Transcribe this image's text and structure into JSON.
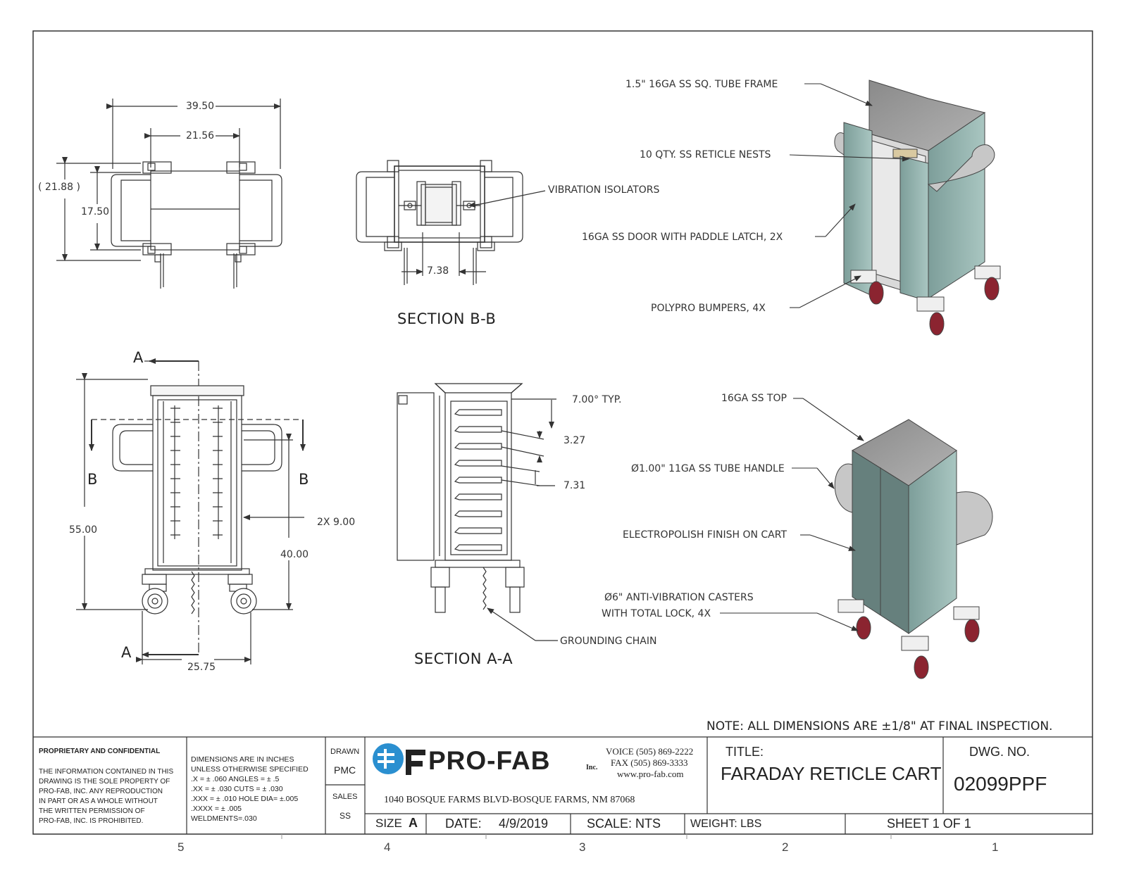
{
  "views": {
    "top": {
      "dims": [
        "39.50",
        "21.56",
        "( 21.88 )",
        "17.50"
      ]
    },
    "section_bb": {
      "title": "SECTION B-B",
      "dim": "7.38",
      "callout": "VIBRATION ISOLATORS"
    },
    "front": {
      "dims": [
        "55.00",
        "40.00",
        "25.75",
        "2X 9.00"
      ],
      "cut_labels": [
        "A",
        "A",
        "B",
        "B"
      ]
    },
    "section_aa": {
      "title": "SECTION A-A",
      "dims": [
        "7.00° TYP.",
        "3.27",
        "7.31"
      ],
      "callout": "GROUNDING CHAIN"
    }
  },
  "callouts_upper": [
    "1.5\" 16GA SS SQ. TUBE FRAME",
    "10 QTY. SS RETICLE NESTS",
    "16GA SS DOOR WITH PADDLE LATCH, 2X",
    "POLYPRO BUMPERS, 4X"
  ],
  "callouts_lower": [
    "16GA SS TOP",
    "Ø1.00\" 11GA SS TUBE HANDLE",
    "ELECTROPOLISH FINISH ON CART",
    "Ø6\" ANTI-VIBRATION CASTERS",
    "WITH TOTAL LOCK, 4X"
  ],
  "note": "NOTE: ALL DIMENSIONS ARE ±1/8\" AT FINAL INSPECTION.",
  "title_block": {
    "proprietary_title": "PROPRIETARY AND CONFIDENTIAL",
    "proprietary_text": [
      "THE INFORMATION CONTAINED IN THIS",
      "DRAWING IS THE SOLE PROPERTY OF",
      "PRO-FAB, INC.  ANY REPRODUCTION",
      "IN PART OR AS A WHOLE WITHOUT",
      "THE WRITTEN PERMISSION OF",
      "PRO-FAB, INC. IS PROHIBITED."
    ],
    "tolerances": [
      "DIMENSIONS ARE IN INCHES",
      "UNLESS OTHERWISE SPECIFIED",
      ".X = ± .060      ANGLES =  ± .5",
      ".XX = ± .030     CUTS =  ± .030",
      ".XXX = ± .010   HOLE DIA= ±.005",
      ".XXXX = ± .005",
      "WELDMENTS=.030"
    ],
    "drawn_label": "DRAWN",
    "drawn_value": "PMC",
    "sales_label": "SALES",
    "sales_value": "SS",
    "company": "PRO-FAB",
    "company_suffix": "Inc.",
    "voice": "VOICE (505) 869-2222",
    "fax": "FAX (505) 869-3333",
    "web": "www.pro-fab.com",
    "address": "1040 BOSQUE FARMS BLVD-BOSQUE FARMS, NM 87068",
    "title_label": "TITLE:",
    "title": "FARADAY RETICLE CART",
    "dwg_label": "DWG.  NO.",
    "dwg_no": "02099PPF",
    "size_label": "SIZE",
    "size_value": "A",
    "date_label": "DATE:",
    "date_value": "4/9/2019",
    "scale": "SCALE: NTS",
    "weight": "WEIGHT:  LBS",
    "sheet": "SHEET 1 OF 1"
  },
  "zone_numbers": [
    "5",
    "4",
    "3",
    "2",
    "1"
  ],
  "colors": {
    "line": "#333333",
    "panel": "#8fb0ab",
    "panel_dark": "#6e8c89",
    "steel": "#9c9c9c",
    "wheel": "#8b2430",
    "brand": "#2a8fd0"
  }
}
